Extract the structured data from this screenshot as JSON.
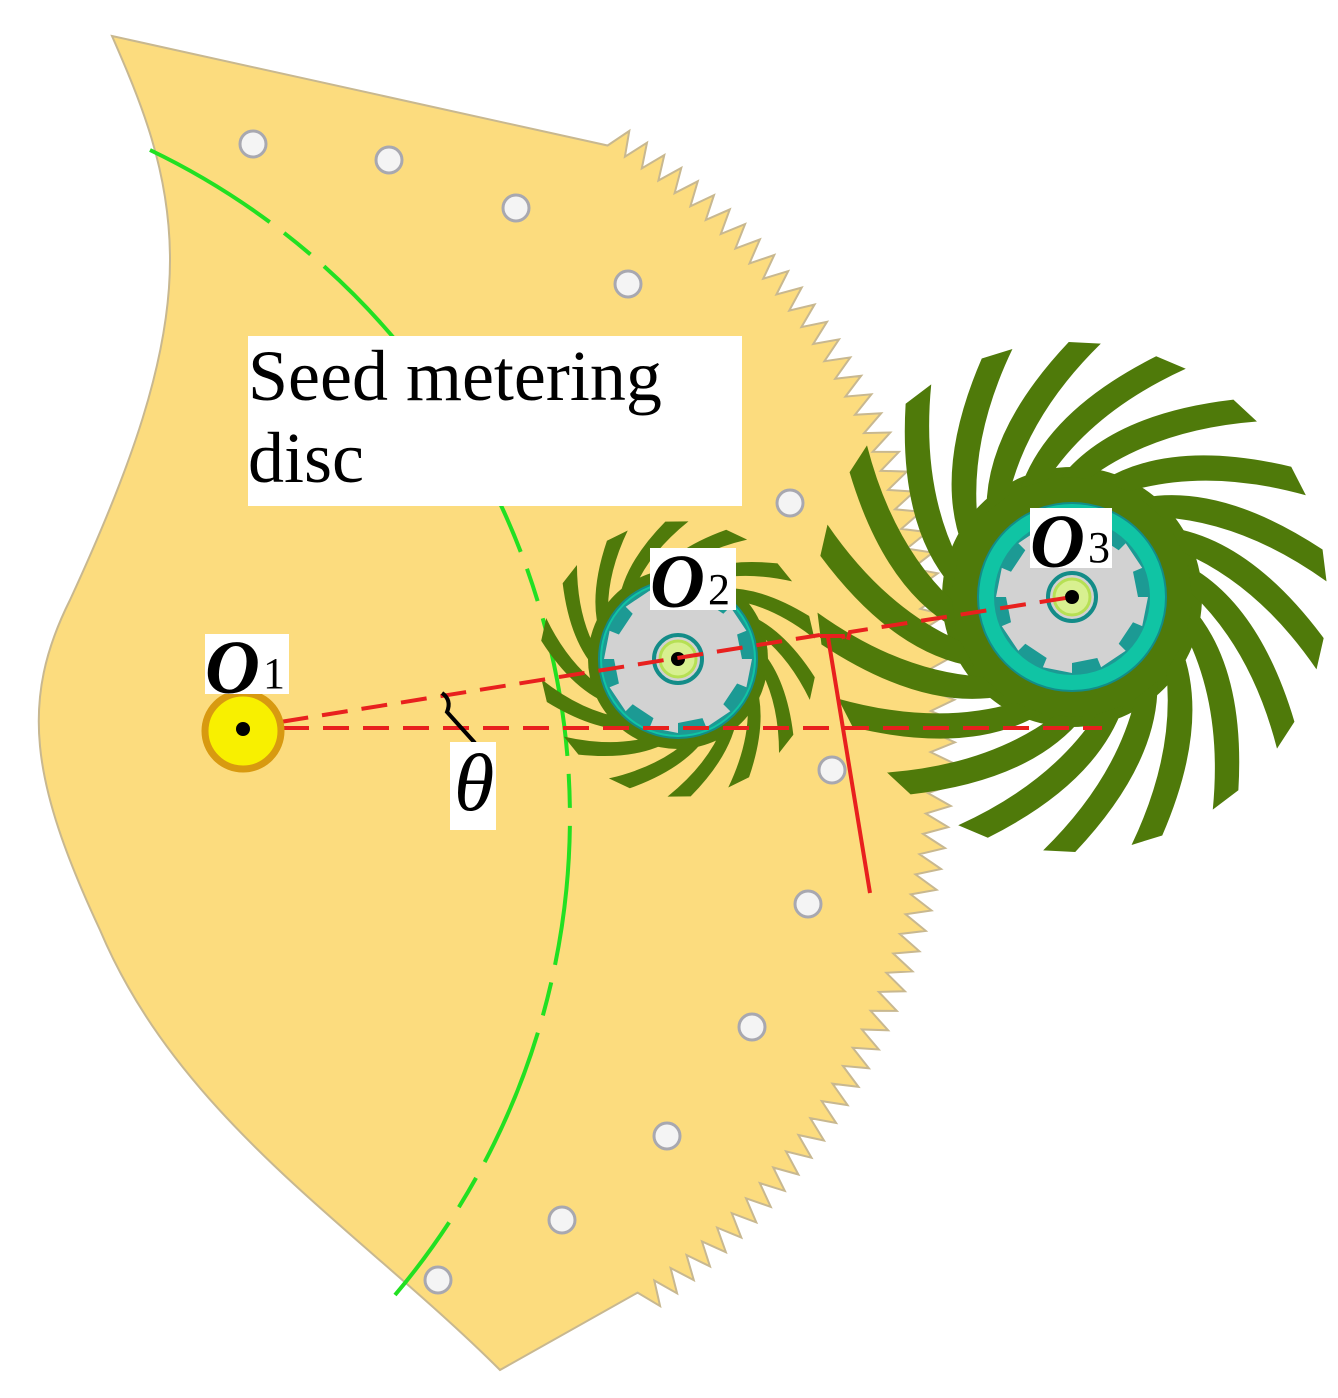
{
  "labels": {
    "disc_line1": "Seed metering",
    "disc_line2": "disc",
    "o1_main": "O",
    "o1_sub": "1",
    "o2_main": "O",
    "o2_sub": "2",
    "o3_main": "O",
    "o3_sub": "3",
    "theta": "θ"
  },
  "colors": {
    "disc_fill": "#FCDC7E",
    "disc_edge": "#C8B890",
    "seed_track": "#22E022",
    "seed_hole_fill": "#F4F4F4",
    "seed_hole_edge": "#A8A8B0",
    "impeller": "#4F7A0A",
    "hub_gray": "#D2D2D2",
    "hub_ring": "#10C4A4",
    "hub_ring_dark": "#138C88",
    "hub_core": "#D8F090",
    "guide_line": "#E8201E",
    "center_yellow": "#F8F000",
    "center_ring": "#D89A10"
  },
  "components": {
    "seed_holes": 11,
    "impeller_small_blades": 14,
    "impeller_large_blades": 18
  }
}
